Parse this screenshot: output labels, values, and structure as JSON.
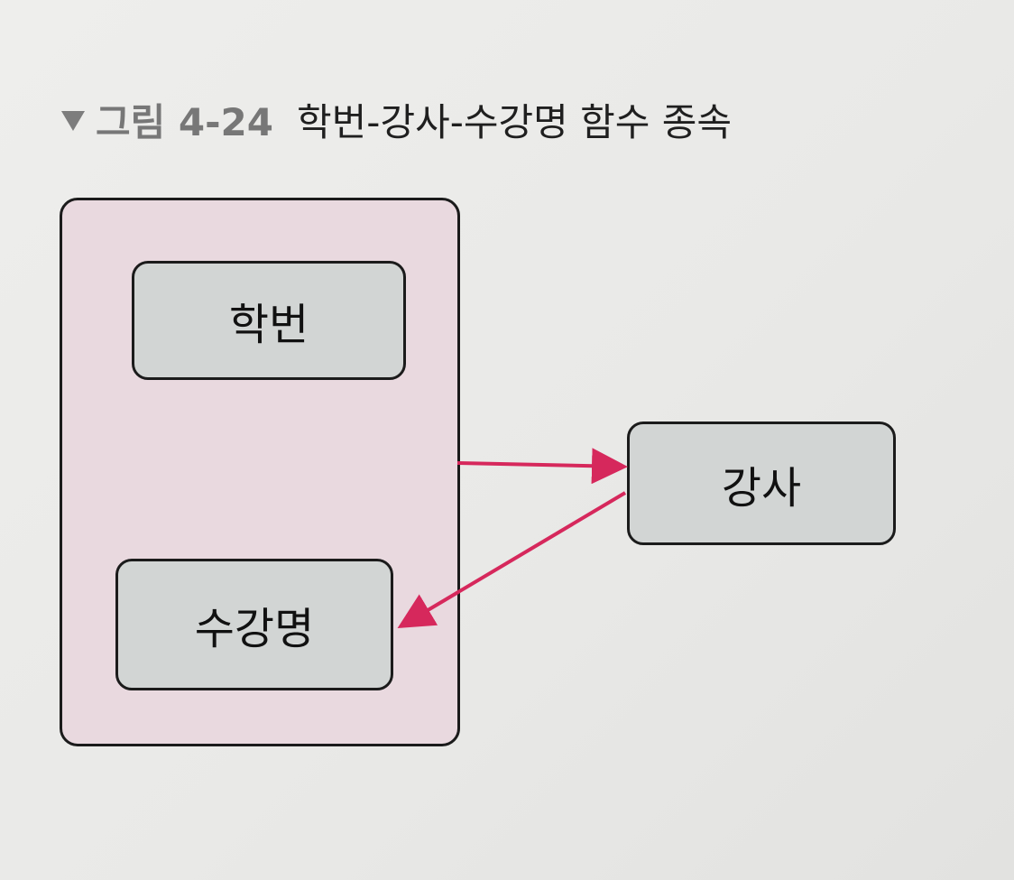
{
  "caption": {
    "marker_icon": "triangle-down-icon",
    "label": "그림 4-24",
    "title": "학번-강사-수강명 함수 종속"
  },
  "diagram": {
    "nodes": {
      "student_id": "학번",
      "course_name": "수강명",
      "instructor": "강사"
    },
    "edges": [
      {
        "from": "학번+수강명",
        "to": "강사"
      },
      {
        "from": "강사",
        "to": "수강명"
      }
    ],
    "colors": {
      "composite_key_fill": "#e9d9df",
      "attribute_fill": "#d2d5d4",
      "arrow": "#d6285c",
      "border": "#1b1b1b"
    }
  }
}
